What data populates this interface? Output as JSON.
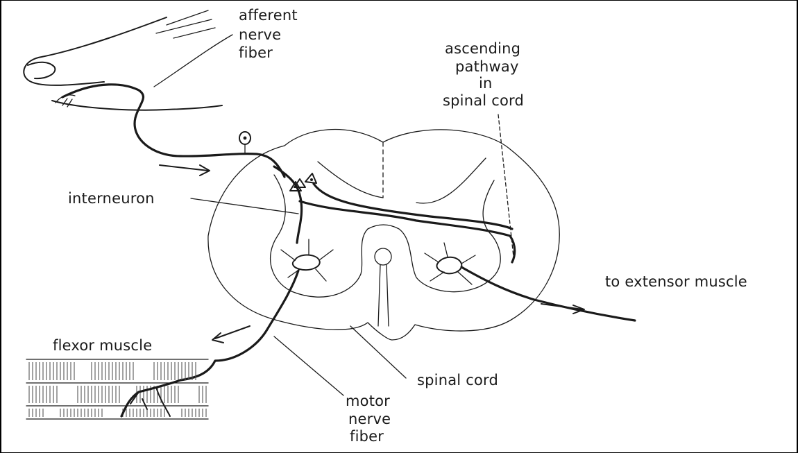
{
  "labels": {
    "afferent_nerve_fiber": [
      "afferent",
      "nerve",
      "fiber"
    ],
    "ascending_pathway": [
      "ascending",
      "pathway",
      "in",
      "spinal cord"
    ],
    "interneuron": "interneuron",
    "to_extensor_muscle": "to extensor muscle",
    "flexor_muscle": "flexor muscle",
    "spinal_cord": "spinal cord",
    "motor_nerve_fiber": [
      "motor",
      "nerve",
      "fiber"
    ]
  }
}
